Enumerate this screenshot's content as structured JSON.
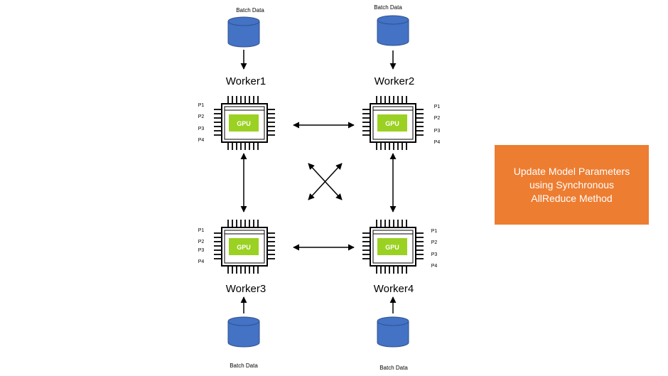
{
  "workers": [
    {
      "label": "Worker1",
      "gpu_label": "GPU",
      "data_label": "Batch Data",
      "ports": [
        "P1",
        "P2",
        "P3",
        "P4"
      ]
    },
    {
      "label": "Worker2",
      "gpu_label": "GPU",
      "data_label": "Batch Data",
      "ports": [
        "P1",
        "P2",
        "P3",
        "P4"
      ]
    },
    {
      "label": "Worker3",
      "gpu_label": "GPU",
      "data_label": "Batch Data",
      "ports": [
        "P1",
        "P2",
        "P3",
        "P4"
      ]
    },
    {
      "label": "Worker4",
      "gpu_label": "GPU",
      "data_label": "Batch Data",
      "ports": [
        "P1",
        "P2",
        "P3",
        "P4"
      ]
    }
  ],
  "callout": {
    "line1": "Update Model Parameters",
    "line2": "using Synchronous",
    "line3": "AllReduce Method"
  },
  "colors": {
    "callout_bg": "#ED7D31",
    "callout_text": "#FFFFFF",
    "gpu_bg": "#9BD122",
    "database": "#4472C4",
    "database_stroke": "#2F528F"
  }
}
